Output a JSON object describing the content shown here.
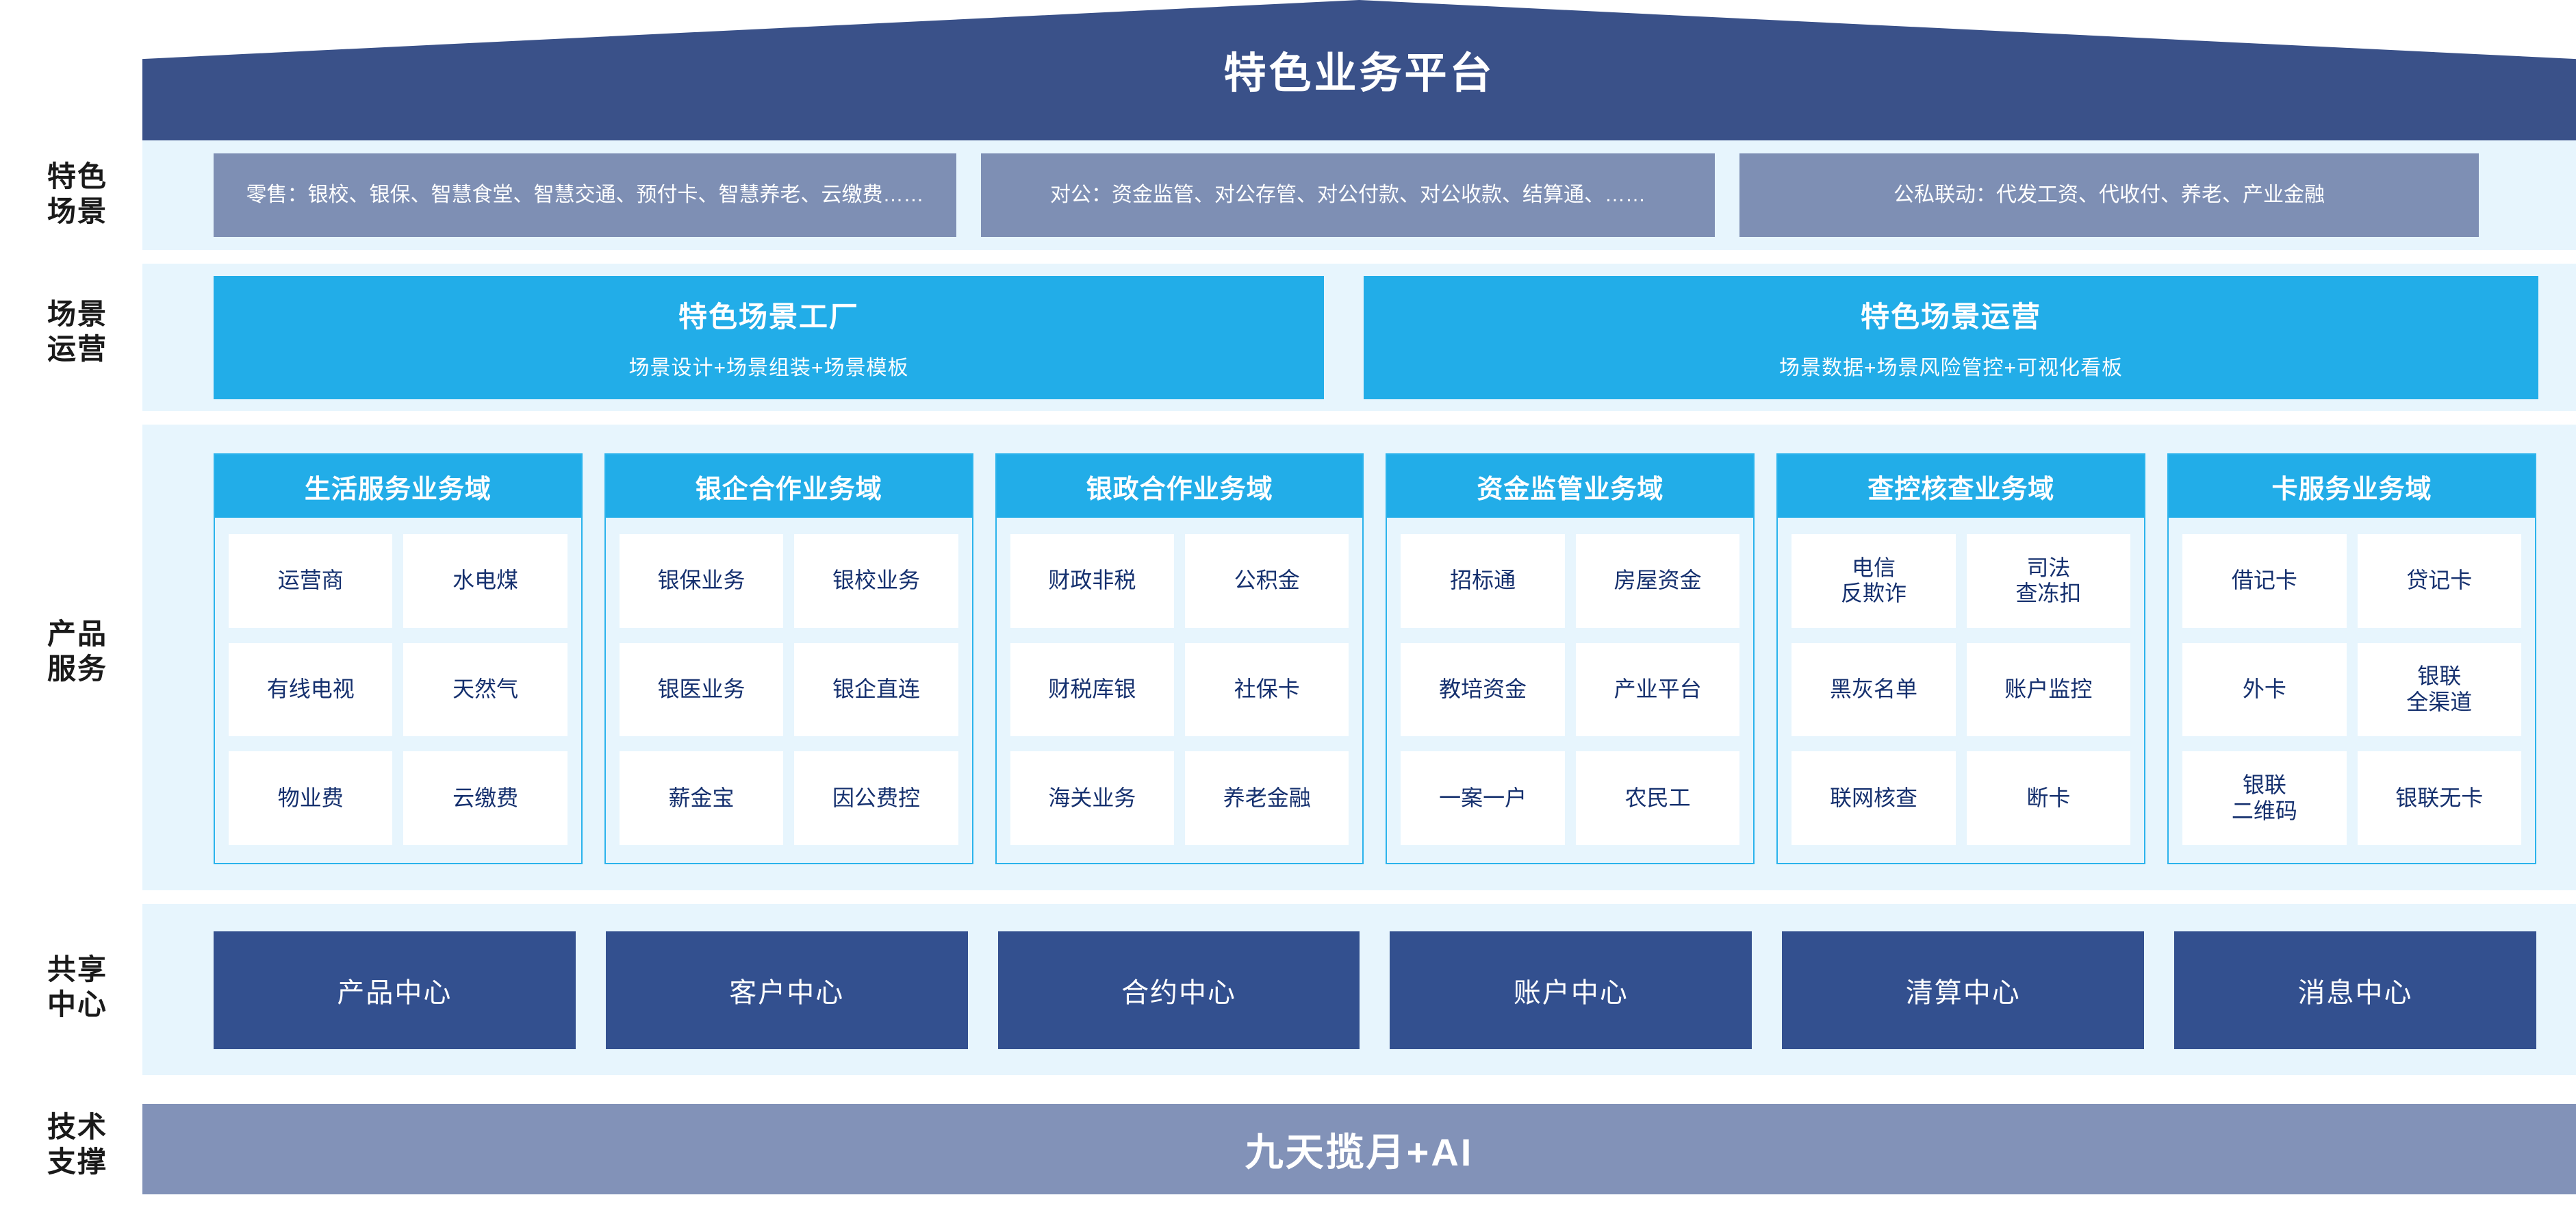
{
  "header": {
    "title": "特色业务平台"
  },
  "row_labels": [
    {
      "id": "scenarios",
      "line1": "特色",
      "line2": "场景"
    },
    {
      "id": "operations",
      "line1": "场景",
      "line2": "运营"
    },
    {
      "id": "products",
      "line1": "产品",
      "line2": "服务"
    },
    {
      "id": "shared",
      "line1": "共享",
      "line2": "中心"
    },
    {
      "id": "technology",
      "line1": "技术",
      "line2": "支撑"
    }
  ],
  "scenarios": {
    "chips": [
      {
        "text": "零售：银校、银保、智慧食堂、智慧交通、预付卡、智慧养老、云缴费……"
      },
      {
        "text": "对公：资金监管、对公存管、对公付款、对公收款、结算通、……"
      },
      {
        "text": "公私联动：代发工资、代收付、养老、产业金融"
      }
    ]
  },
  "operations": {
    "boxes": [
      {
        "title": "特色场景工厂",
        "subtitle": "场景设计+场景组装+场景模板"
      },
      {
        "title": "特色场景运营",
        "subtitle": "场景数据+场景风险管控+可视化看板"
      }
    ]
  },
  "products": {
    "domains": [
      {
        "title": "生活服务业务域",
        "items": [
          "运营商",
          "水电煤",
          "有线电视",
          "天然气",
          "物业费",
          "云缴费"
        ]
      },
      {
        "title": "银企合作业务域",
        "items": [
          "银保业务",
          "银校业务",
          "银医业务",
          "银企直连",
          "薪金宝",
          "因公费控"
        ]
      },
      {
        "title": "银政合作业务域",
        "items": [
          "财政非税",
          "公积金",
          "财税库银",
          "社保卡",
          "海关业务",
          "养老金融"
        ]
      },
      {
        "title": "资金监管业务域",
        "items": [
          "招标通",
          "房屋资金",
          "教培资金",
          "产业平台",
          "一案一户",
          "农民工"
        ]
      },
      {
        "title": "查控核查业务域",
        "items": [
          "电信\n反欺诈",
          "司法\n查冻扣",
          "黑灰名单",
          "账户监控",
          "联网核查",
          "断卡"
        ]
      },
      {
        "title": "卡服务业务域",
        "items": [
          "借记卡",
          "贷记卡",
          "外卡",
          "银联\n全渠道",
          "银联\n二维码",
          "银联无卡"
        ]
      }
    ]
  },
  "shared_centers": {
    "boxes": [
      "产品中心",
      "客户中心",
      "合约中心",
      "账户中心",
      "清算中心",
      "消息中心"
    ]
  },
  "technology": {
    "label": "九天揽月+AI"
  },
  "colors": {
    "banner_navy": "#3a5189",
    "panel_light": "#e7f5fd",
    "chip_slate": "#7e8fb4",
    "accent_cyan": "#22ade8",
    "border_cyan": "#2bb3ec",
    "center_navy": "#33508f",
    "tech_slate": "#8292b8",
    "chip_text_navy": "#15306e"
  }
}
